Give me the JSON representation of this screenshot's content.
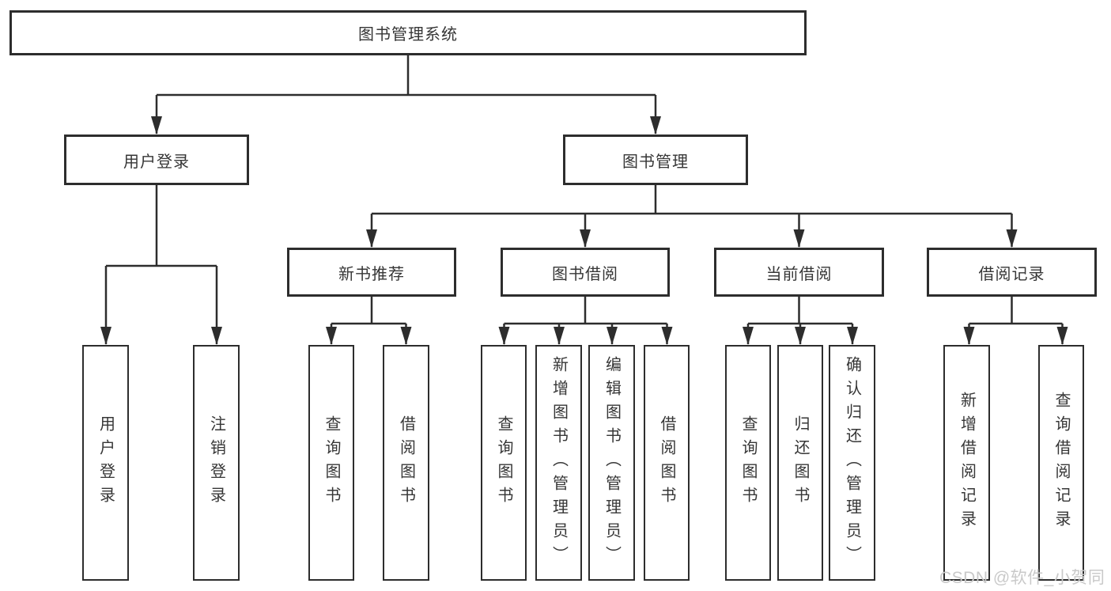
{
  "watermark": "CSDN @软件_小贺同学",
  "colors": {
    "line": "#2d2d2d",
    "text": "#363636",
    "box_background": "#ffffff",
    "watermark": "#c9c9c9"
  },
  "tree": {
    "root": {
      "label": "图书管理系统"
    },
    "branches": [
      {
        "label": "用户登录",
        "children": [
          {
            "label": "用户登录"
          },
          {
            "label": "注销登录"
          }
        ]
      },
      {
        "label": "图书管理",
        "sections": [
          {
            "label": "新书推荐",
            "children": [
              {
                "label": "查询图书"
              },
              {
                "label": "借阅图书"
              }
            ]
          },
          {
            "label": "图书借阅",
            "children": [
              {
                "label": "查询图书"
              },
              {
                "label": "新增图书（管理员）"
              },
              {
                "label": "编辑图书（管理员）"
              },
              {
                "label": "借阅图书"
              }
            ]
          },
          {
            "label": "当前借阅",
            "children": [
              {
                "label": "查询图书"
              },
              {
                "label": "归还图书"
              },
              {
                "label": "确认归还（管理员）"
              }
            ]
          },
          {
            "label": "借阅记录",
            "children": [
              {
                "label": "新增借阅记录"
              },
              {
                "label": "查询借阅记录"
              }
            ]
          }
        ]
      }
    ]
  }
}
